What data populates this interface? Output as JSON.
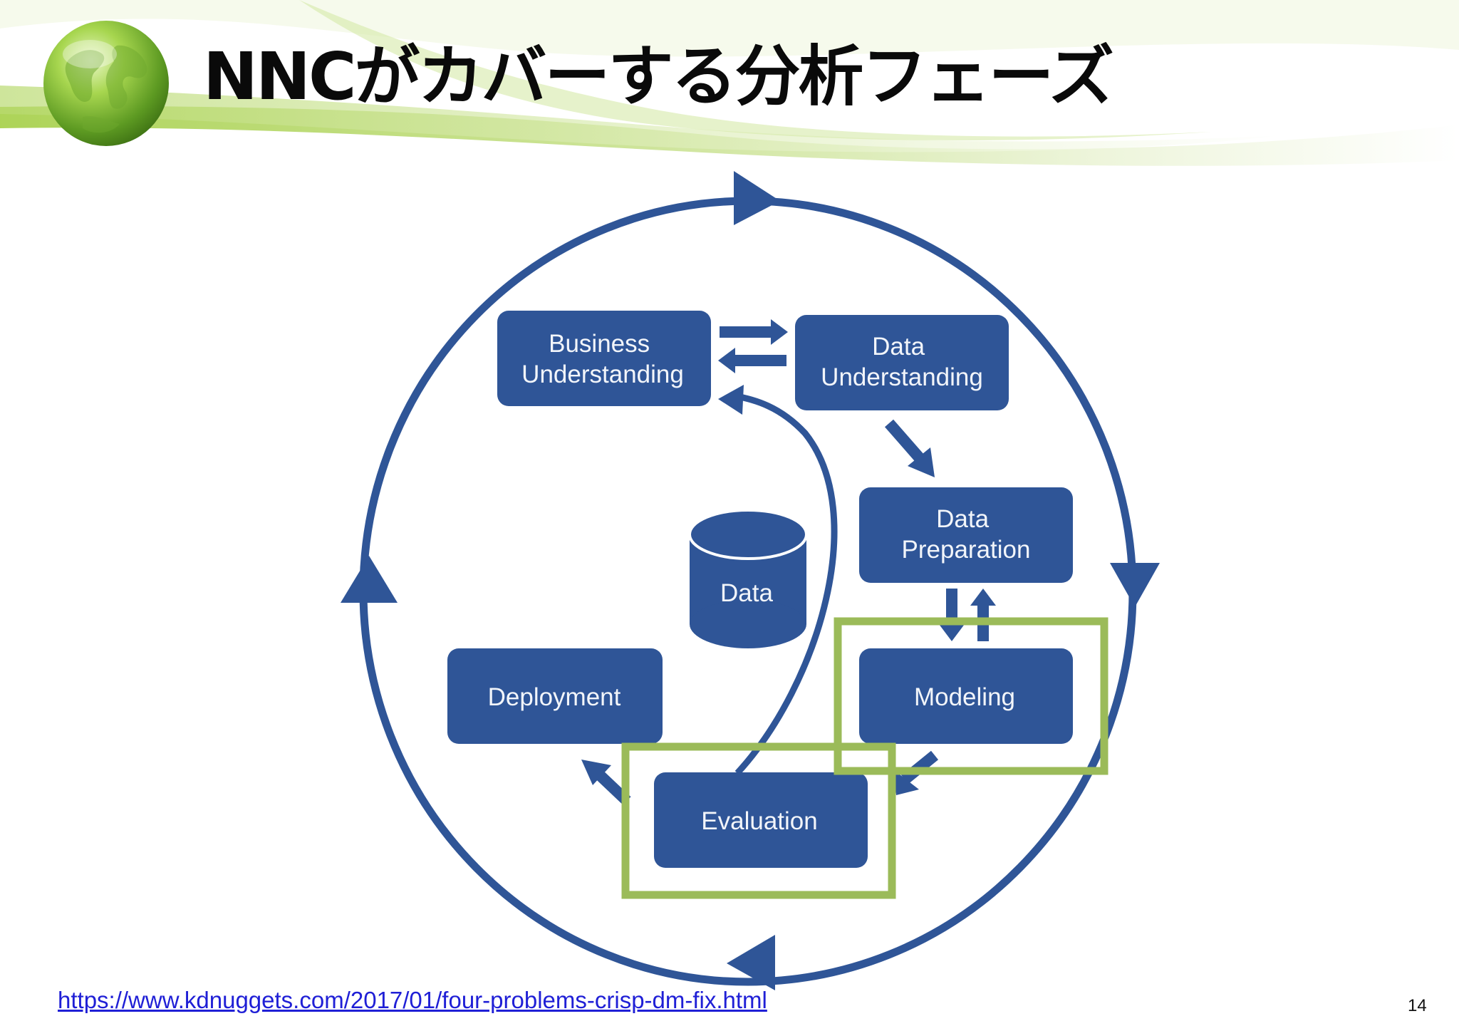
{
  "slide": {
    "title": "NNCがカバーする分析フェーズ",
    "page_number": "14",
    "source_link": "https://www.kdnuggets.com/2017/01/four-problems-crisp-dm-fix.html"
  },
  "diagram": {
    "nodes": {
      "business_understanding": [
        "Business",
        "Understanding"
      ],
      "data_understanding": [
        "Data",
        "Understanding"
      ],
      "data_preparation": [
        "Data",
        "Preparation"
      ],
      "modeling": "Modeling",
      "evaluation": "Evaluation",
      "deployment": "Deployment",
      "data_store": "Data"
    },
    "highlighted_phases": [
      "Modeling",
      "Evaluation"
    ]
  },
  "colors": {
    "node_fill": "#2f5597",
    "arrow": "#2f5597",
    "highlight": "#9bbb59",
    "header_green": "#9ccc3c",
    "title_text": "#0a0a0a",
    "link": "#1f1fd6"
  },
  "icons": {
    "logo": "globe-icon"
  }
}
